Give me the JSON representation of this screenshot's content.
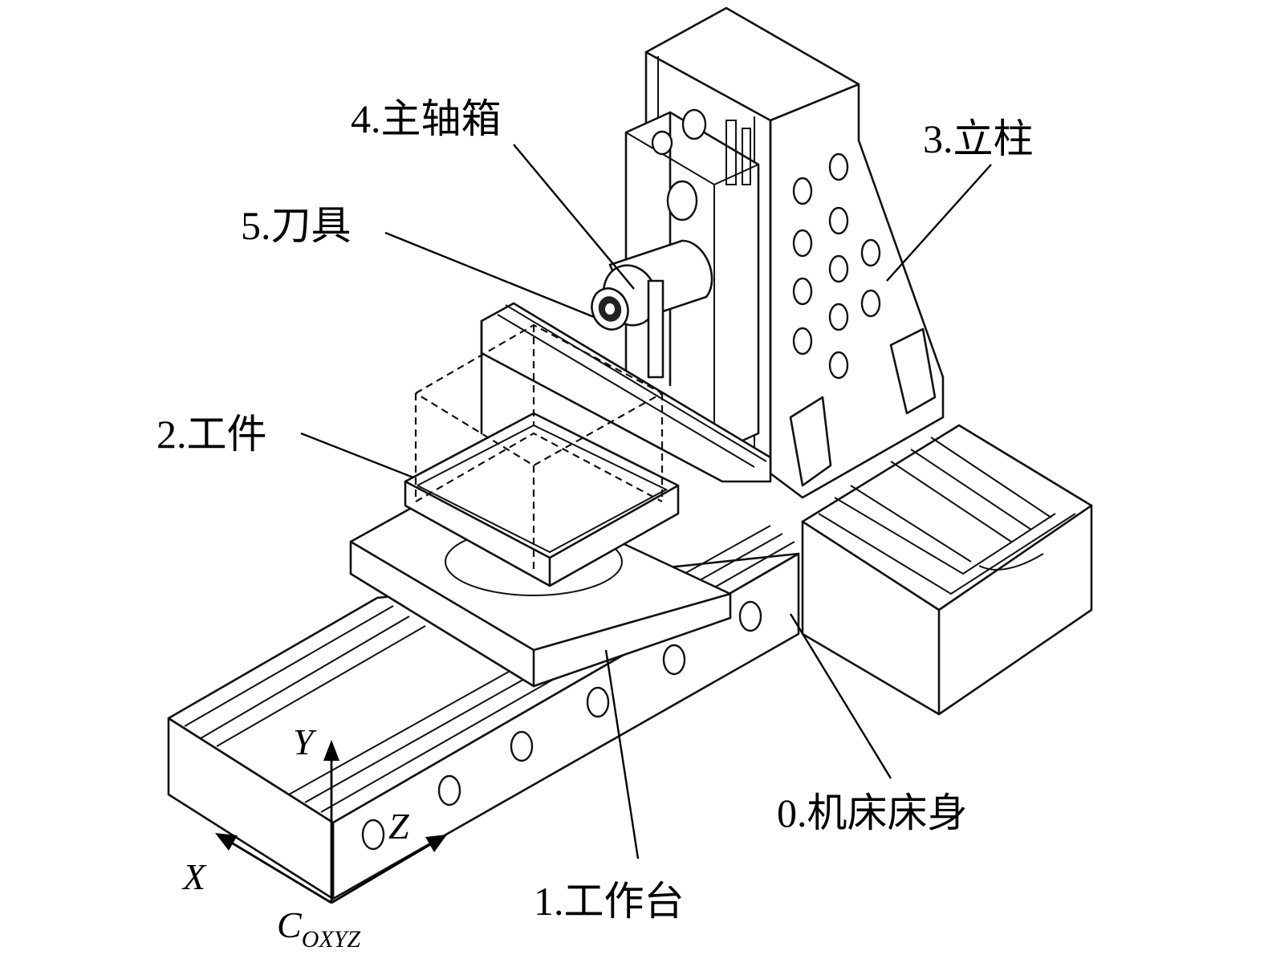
{
  "labels": {
    "bed": "0.机床床身",
    "table": "1.工作台",
    "workpiece": "2.工件",
    "column": "3.立柱",
    "spindle_box": "4.主轴箱",
    "tool": "5.刀具"
  },
  "axes": {
    "x": "X",
    "y": "Y",
    "z": "Z",
    "origin_main": "C",
    "origin_sub": "OXYZ"
  }
}
